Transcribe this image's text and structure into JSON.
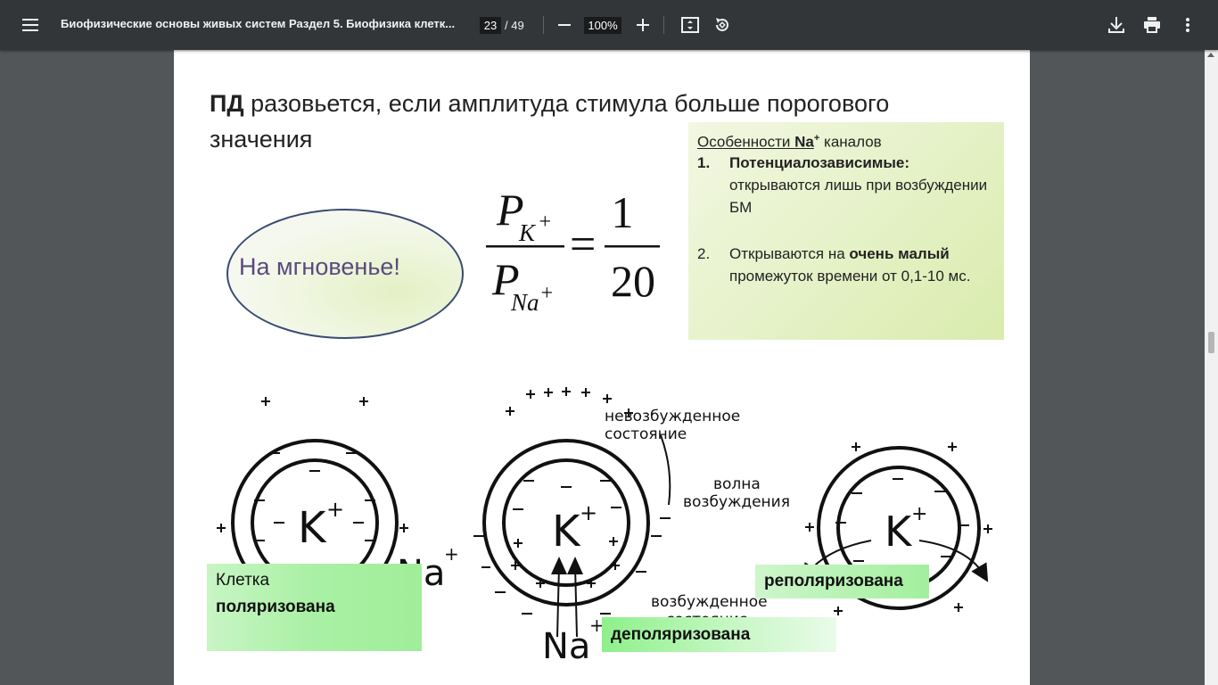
{
  "toolbar": {
    "title": "Биофизические основы живых систем Раздел 5. Биофизика клетк...",
    "page_current": "23",
    "page_total": "/ 49",
    "zoom": "100%",
    "icons": [
      "menu-icon",
      "zoom-out-icon",
      "zoom-in-icon",
      "fit-page-icon",
      "rotate-icon",
      "download-icon",
      "print-icon",
      "more-icon"
    ]
  },
  "slide": {
    "heading_bold": "ПД",
    "heading_rest": " разовьется, если амплитуда стимула больше порогового значения",
    "ellipse_text": "На мгновенье!",
    "formula": {
      "num_symbol": "P",
      "num_sub": "K",
      "num_sup": "+",
      "den_symbol": "P",
      "den_sub": "Na",
      "den_sup": "+",
      "equals": "=",
      "rhs_num": "1",
      "rhs_den": "20"
    },
    "info": {
      "title_prefix": "Особенности ",
      "title_ion": "Na",
      "title_sup": "+",
      "title_suffix": " каналов",
      "item1_num": "1.",
      "item1_bold": "Потенциалозависимые:",
      "item1_text": "открываются лишь при возбуждении БМ",
      "item2_num": "2.",
      "item2_text_a": "Открываются на ",
      "item2_bold": "очень малый",
      "item2_text_b": " промежуток времени от 0,1-10 мс."
    },
    "diagram": {
      "k_label": "K",
      "plus": "+",
      "na_label": "Na",
      "unexcited_1": "невозбужденное",
      "unexcited_2": "состояние",
      "wave_1": "волна",
      "wave_2": "возбуждения",
      "excited_1": "возбужденное",
      "excited_2": "состояние"
    },
    "labels": {
      "polarized_1": "Клетка",
      "polarized_2": "поляризована",
      "depolarized": "деполяризована",
      "repolarized": "реполяризована"
    }
  }
}
